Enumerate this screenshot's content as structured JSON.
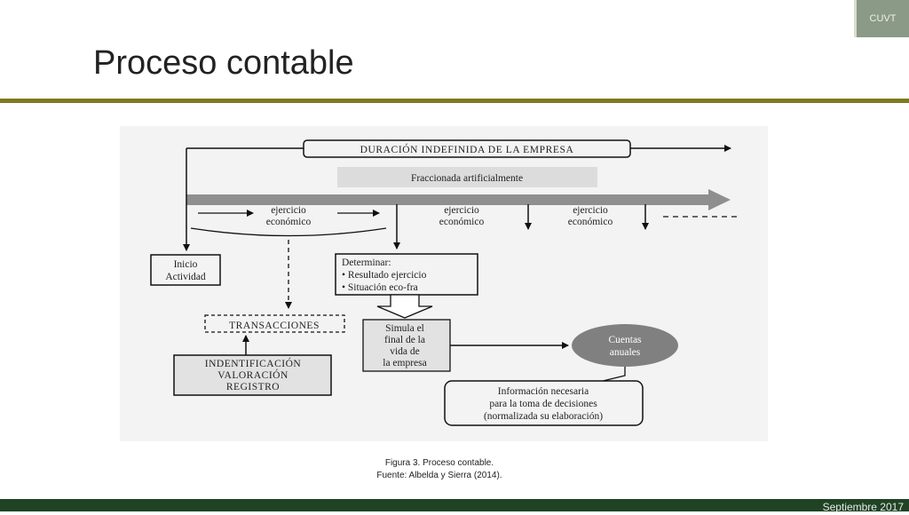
{
  "slide": {
    "logo": "CUVT",
    "title": "Proceso contable",
    "footer_date": "Septiembre 2017"
  },
  "diagram": {
    "duracion": "DURACIÓN INDEFINIDA DE LA EMPRESA",
    "fraccionada": "Fraccionada artificialmente",
    "ejercicio_line1": "ejercicio",
    "ejercicio_line2": "económico",
    "inicio_line1": "Inicio",
    "inicio_line2": "Actividad",
    "determinar_title": "Determinar:",
    "determinar_item1": "• Resultado ejercicio",
    "determinar_item2": "• Situación eco-fra",
    "transacciones": "TRANSACCIONES",
    "identificacion_line1": "INDENTIFICACIÓN",
    "identificacion_line2": "VALORACIÓN",
    "identificacion_line3": "REGISTRO",
    "simula_line1": "Simula el",
    "simula_line2": "final de la",
    "simula_line3": "vida de",
    "simula_line4": "la empresa",
    "cuentas_line1": "Cuentas",
    "cuentas_line2": "anuales",
    "info_line1": "Información necesaria",
    "info_line2": "para la toma de decisiones",
    "info_line3": "(normalizada su elaboración)"
  },
  "caption": {
    "line1": "Figura 3. Proceso contable.",
    "line2": "Fuente: Albelda y Sierra  (2014)."
  },
  "colors": {
    "title_rule": "#7f7a1e",
    "footer": "#1f4324",
    "logo_bg": "#8a9a86"
  }
}
